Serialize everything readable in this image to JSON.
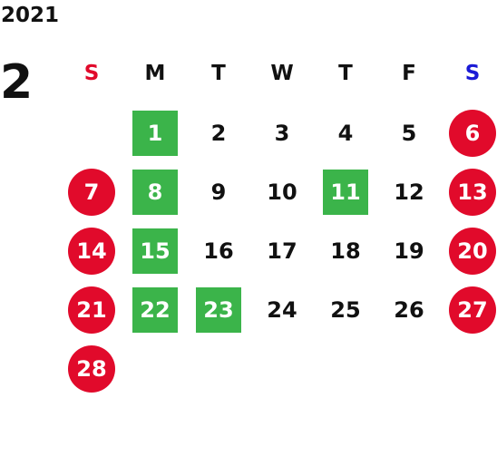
{
  "year": "2021",
  "month": "2",
  "colors": {
    "sunday": "#e10a2b",
    "saturday": "#1a1ad6",
    "weekday": "#111111",
    "holiday_box": "#3bb44a",
    "weekend_circle": "#e10a2b"
  },
  "weekdays": [
    {
      "label": "S",
      "color": "#e10a2b"
    },
    {
      "label": "M",
      "color": "#111111"
    },
    {
      "label": "T",
      "color": "#111111"
    },
    {
      "label": "W",
      "color": "#111111"
    },
    {
      "label": "T",
      "color": "#111111"
    },
    {
      "label": "F",
      "color": "#111111"
    },
    {
      "label": "S",
      "color": "#1a1ad6"
    }
  ],
  "weeks": [
    [
      {
        "day": "",
        "style": "none"
      },
      {
        "day": "1",
        "style": "green"
      },
      {
        "day": "2",
        "style": "plain"
      },
      {
        "day": "3",
        "style": "plain"
      },
      {
        "day": "4",
        "style": "plain"
      },
      {
        "day": "5",
        "style": "plain"
      },
      {
        "day": "6",
        "style": "red"
      }
    ],
    [
      {
        "day": "7",
        "style": "red"
      },
      {
        "day": "8",
        "style": "green"
      },
      {
        "day": "9",
        "style": "plain"
      },
      {
        "day": "10",
        "style": "plain"
      },
      {
        "day": "11",
        "style": "green"
      },
      {
        "day": "12",
        "style": "plain"
      },
      {
        "day": "13",
        "style": "red"
      }
    ],
    [
      {
        "day": "14",
        "style": "red"
      },
      {
        "day": "15",
        "style": "green"
      },
      {
        "day": "16",
        "style": "plain"
      },
      {
        "day": "17",
        "style": "plain"
      },
      {
        "day": "18",
        "style": "plain"
      },
      {
        "day": "19",
        "style": "plain"
      },
      {
        "day": "20",
        "style": "red"
      }
    ],
    [
      {
        "day": "21",
        "style": "red"
      },
      {
        "day": "22",
        "style": "green"
      },
      {
        "day": "23",
        "style": "green"
      },
      {
        "day": "24",
        "style": "plain"
      },
      {
        "day": "25",
        "style": "plain"
      },
      {
        "day": "26",
        "style": "plain"
      },
      {
        "day": "27",
        "style": "red"
      }
    ],
    [
      {
        "day": "28",
        "style": "red"
      },
      {
        "day": "",
        "style": "none"
      },
      {
        "day": "",
        "style": "none"
      },
      {
        "day": "",
        "style": "none"
      },
      {
        "day": "",
        "style": "none"
      },
      {
        "day": "",
        "style": "none"
      },
      {
        "day": "",
        "style": "none"
      }
    ]
  ]
}
